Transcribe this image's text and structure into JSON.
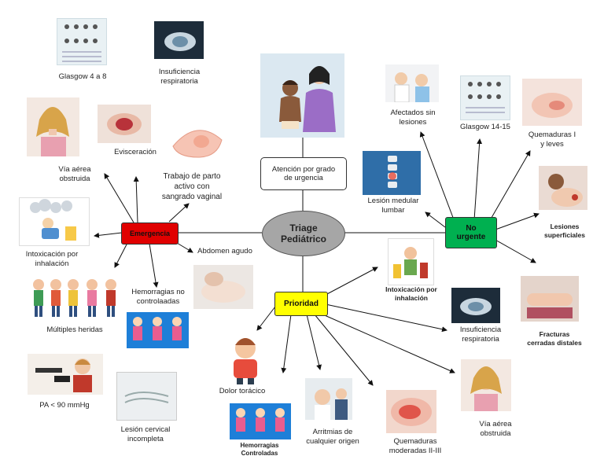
{
  "center": {
    "label": "Triage\nPediátrico"
  },
  "attention": {
    "label": "Atención por grado\nde urgencia"
  },
  "categories": {
    "emergencia": {
      "label": "Emergencia",
      "color": "#e00000"
    },
    "no_urgente": {
      "label": "No\nurgente",
      "color": "#00b050"
    },
    "prioridad": {
      "label": "Prioridad",
      "color": "#ffff00"
    }
  },
  "emergencia_items": [
    "Glasgow 4 a 8",
    "Insuficiencia\nrespiratoria",
    "Evisceración",
    "Trabajo de parto\nactivo con\nsangrado vaginal",
    "Vía aérea\nobstruida",
    "Intoxicación por\ninhalación",
    "Múltiples heridas",
    "Hemorragias no\ncontrolaadas",
    "Abdomen agudo",
    "PA < 90 mmHg",
    "Lesión cervical\nincompleta"
  ],
  "no_urgente_items": [
    "Afectados sin\nlesiones",
    "Glasgow 14-15",
    "Quemaduras I\ny leves",
    "Lesión medular\nlumbar",
    "Lesiones\nsuperficiales",
    "Fracturas\ncerradas distales"
  ],
  "prioridad_items": [
    "Intoxicación por\ninhalación",
    "Insuficiencia\nrespiratoria",
    "Dolor torácico",
    "Hemorragias\nControladas",
    "Arritmias de\ncualquier origen",
    "Quemaduras\nmoderadas II-III",
    "Vía aérea\nobstruida"
  ]
}
